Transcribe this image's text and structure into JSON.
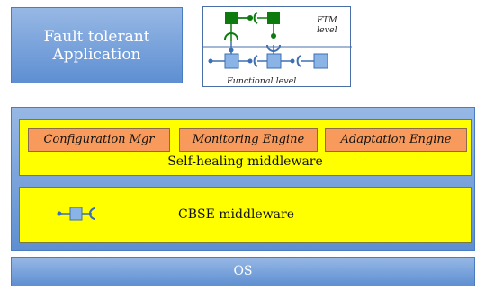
{
  "application_box": {
    "line1": "Fault tolerant",
    "line2": "Application"
  },
  "ftm_diagram": {
    "ftm_line1": "FTM",
    "ftm_line2": "level",
    "functional_label": "Functional level"
  },
  "self_healing": {
    "modules": [
      "Configuration Mgr",
      "Monitoring Engine",
      "Adaptation Engine"
    ],
    "label": "Self-healing middleware"
  },
  "cbse": {
    "label": "CBSE middleware"
  },
  "os": {
    "label": "OS"
  },
  "colors": {
    "green": "#0c7a0c",
    "blue_component": "#8ab4e6",
    "yellow": "#ffff00",
    "orange": "#f79a5c",
    "blue_fill": "#5e8fd2"
  }
}
